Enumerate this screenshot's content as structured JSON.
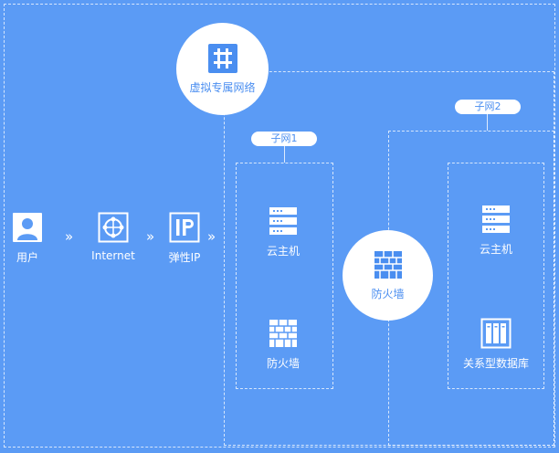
{
  "colors": {
    "background": "#5b9bf5",
    "accent": "#4a8ef0",
    "foreground": "#ffffff"
  },
  "vpc": {
    "label": "虚拟专属网络",
    "icon": "vpc-network-icon"
  },
  "flow": {
    "user": {
      "label": "用户",
      "icon": "user-icon"
    },
    "internet": {
      "label": "Internet",
      "icon": "internet-icon"
    },
    "eip": {
      "label": "弹性IP",
      "icon": "ip-icon"
    },
    "separator": "»"
  },
  "subnet1": {
    "tag": "子网1",
    "host": {
      "label": "云主机",
      "icon": "server-icon"
    },
    "firewall": {
      "label": "防火墙",
      "icon": "firewall-icon"
    }
  },
  "central_firewall": {
    "label": "防火墙",
    "icon": "firewall-icon"
  },
  "subnet2": {
    "tag": "子网2",
    "host": {
      "label": "云主机",
      "icon": "server-icon"
    },
    "database": {
      "label": "关系型数据库",
      "icon": "database-icon"
    }
  }
}
